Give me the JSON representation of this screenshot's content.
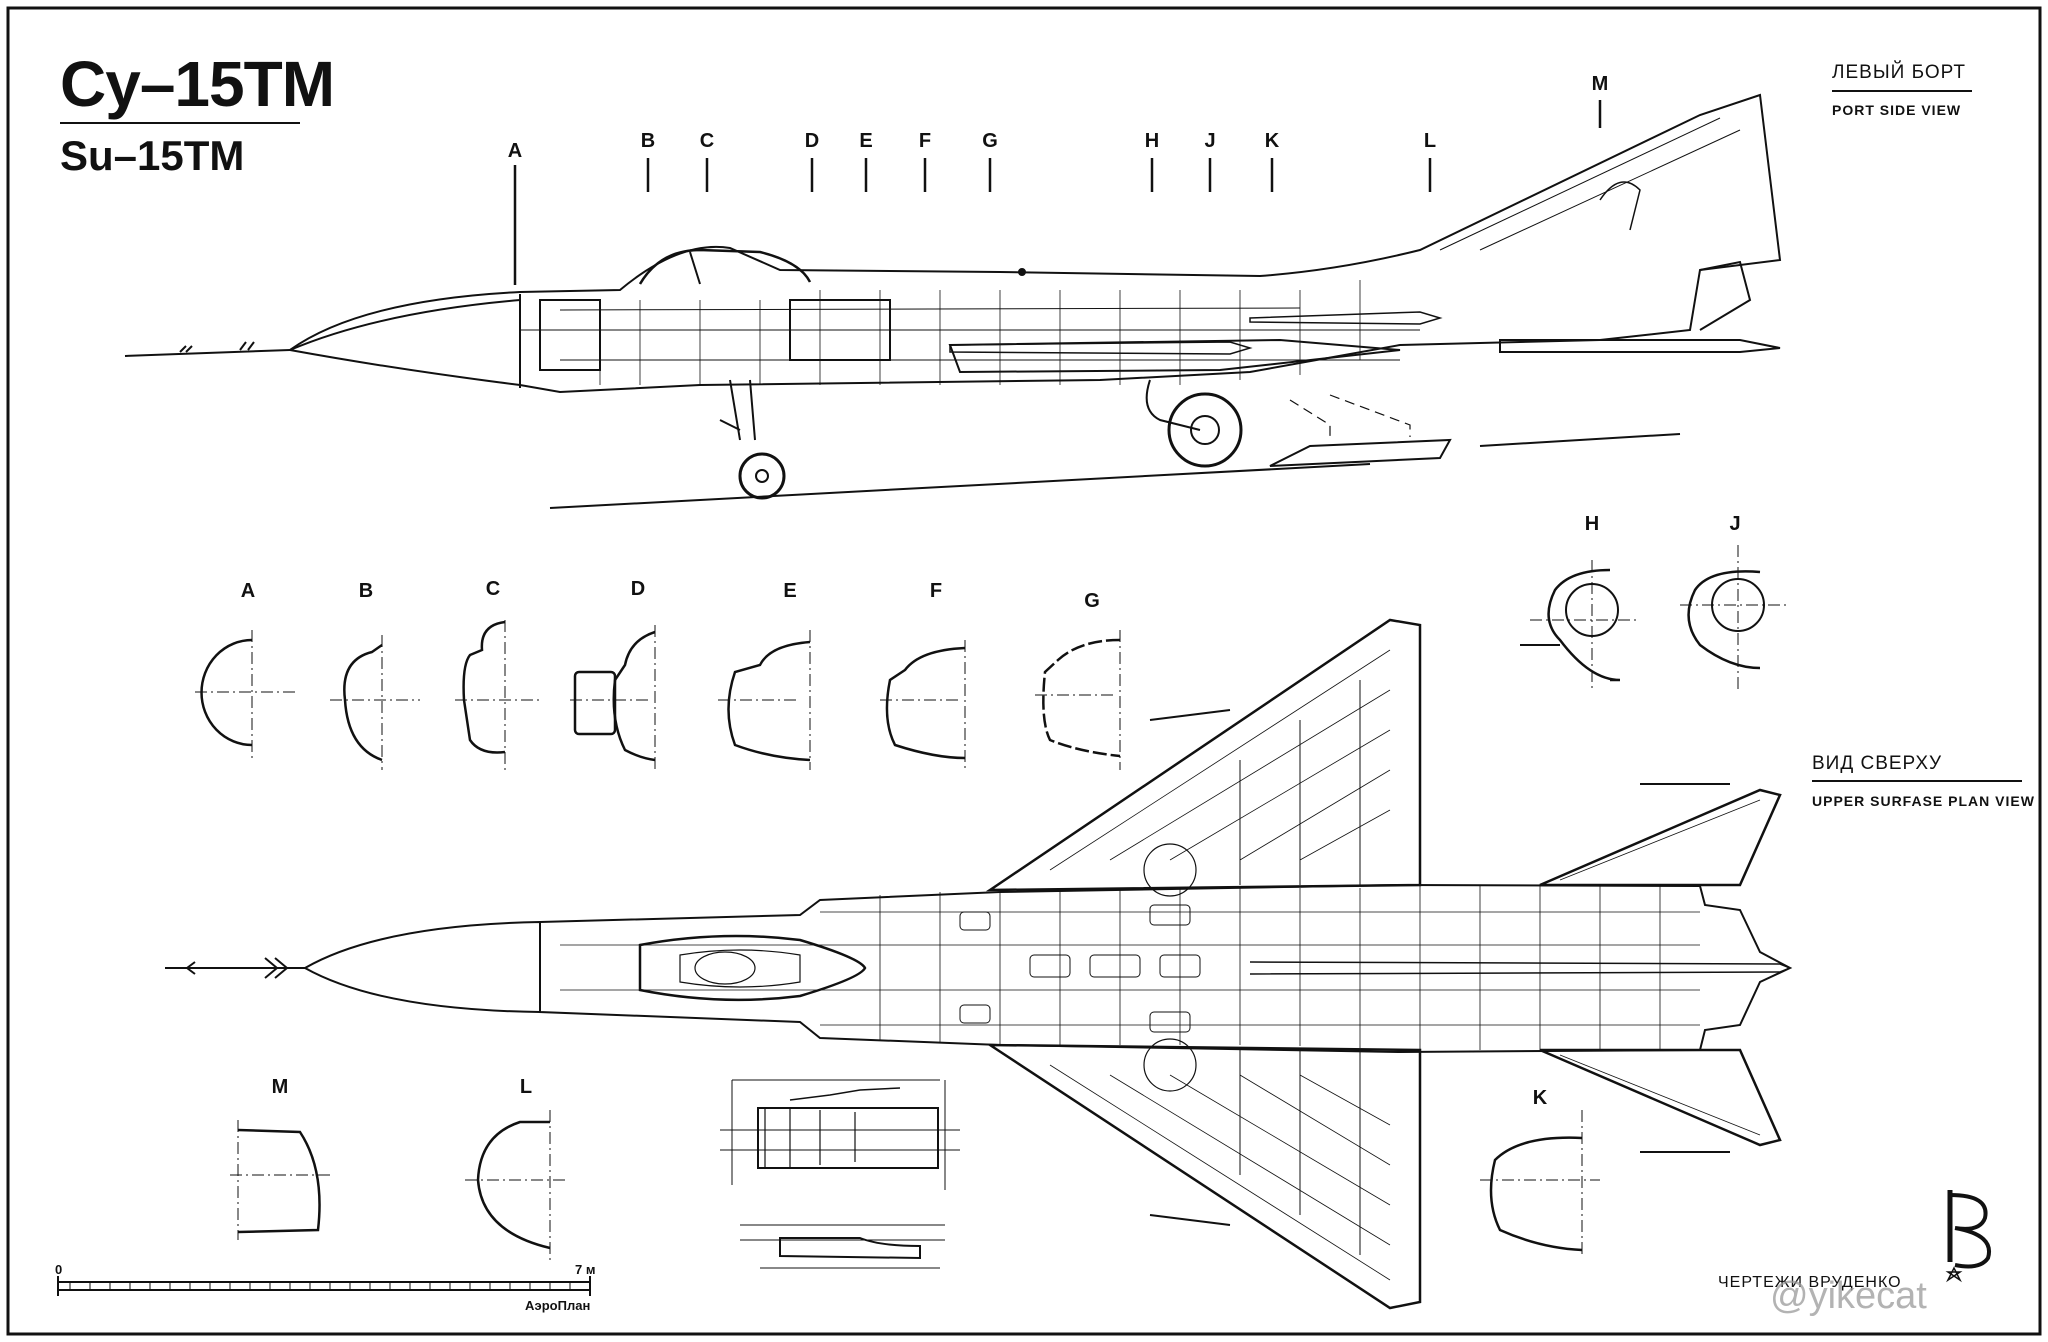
{
  "titles": {
    "ru": "Су–15ТМ",
    "en": "Su–15TM"
  },
  "side_view": {
    "label_ru": "ЛЕВЫЙ БОРТ",
    "label_en": "PORT SIDE VIEW",
    "station_letters": [
      "A",
      "B",
      "C",
      "D",
      "E",
      "F",
      "G",
      "H",
      "J",
      "K",
      "L",
      "M"
    ]
  },
  "plan_view": {
    "label_ru": "ВИД СВЕРХУ",
    "label_en": "UPPER SURFASE PLAN VIEW"
  },
  "cross_sections": {
    "top_row": [
      "A",
      "B",
      "C",
      "D",
      "E",
      "F",
      "G"
    ],
    "right": [
      "H",
      "J"
    ],
    "bottom": [
      "M",
      "L",
      "K"
    ]
  },
  "scale_bar": {
    "start": "0",
    "end": "7 м",
    "source": "АэроПлан"
  },
  "credit": "ЧЕРТЕЖИ  ВРУДЕНКО",
  "watermark": "@yikecat"
}
